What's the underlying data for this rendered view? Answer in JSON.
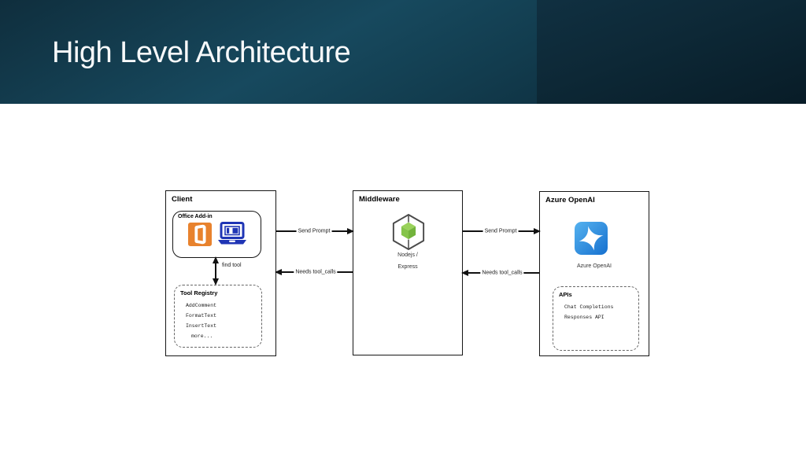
{
  "slide": {
    "title": "High Level Architecture",
    "colors": {
      "header_teal": "#17495e",
      "header_dark": "#0a2130",
      "header_right_dark": "#081c27",
      "office_orange": "#e8822d",
      "laptop_blue": "#1f35b5",
      "node_green": "#8cc84b",
      "azure_blue": "#2f8de4",
      "box_border": "#161616"
    }
  },
  "diagram": {
    "client": {
      "title": "Client",
      "office_addin": {
        "title": "Office Add-in",
        "icons": [
          "office-logo",
          "laptop-addin"
        ]
      },
      "find_tool": "find tool",
      "tool_registry": {
        "title": "Tool Registry",
        "items": [
          "AddComment",
          "FormatText",
          "InsertText",
          "more..."
        ]
      }
    },
    "middleware": {
      "title": "Middleware",
      "icon": "nodejs-hexagon-cube",
      "caption1": "Nodejs /",
      "caption2": "Express"
    },
    "azure_openai": {
      "title": "Azure OpenAI",
      "icon": "azure-openai-sparkle",
      "caption": "Azure OpenAI",
      "apis": {
        "title": "APIs",
        "items": [
          "Chat Completions",
          "Responses API"
        ]
      }
    },
    "arrows": {
      "send_prompt_1": "Send Prompt",
      "needs_tool_calls_1": "Needs tool_calls",
      "send_prompt_2": "Send Prompt",
      "needs_tool_calls_2": "Needs tool_calls"
    }
  }
}
